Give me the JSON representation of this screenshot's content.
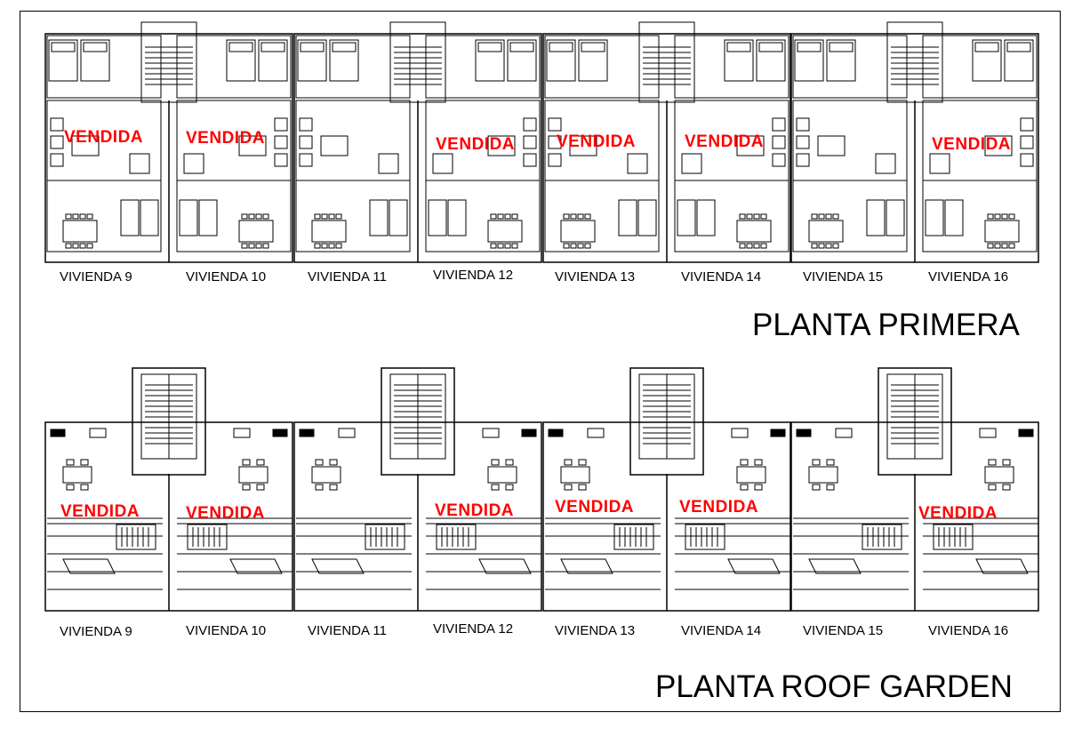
{
  "plans": [
    {
      "title": "PLANTA PRIMERA",
      "units": [
        {
          "label": "VIVIENDA 9",
          "status": "VENDIDA"
        },
        {
          "label": "VIVIENDA 10",
          "status": "VENDIDA"
        },
        {
          "label": "VIVIENDA 11",
          "status": ""
        },
        {
          "label": "VIVIENDA 12",
          "status": "VENDIDA"
        },
        {
          "label": "VIVIENDA 13",
          "status": "VENDIDA"
        },
        {
          "label": "VIVIENDA 14",
          "status": "VENDIDA"
        },
        {
          "label": "VIVIENDA 15",
          "status": ""
        },
        {
          "label": "VIVIENDA 16",
          "status": "VENDIDA"
        }
      ]
    },
    {
      "title": "PLANTA ROOF GARDEN",
      "units": [
        {
          "label": "VIVIENDA 9",
          "status": "VENDIDA"
        },
        {
          "label": "VIVIENDA 10",
          "status": "VENDIDA"
        },
        {
          "label": "VIVIENDA 11",
          "status": ""
        },
        {
          "label": "VIVIENDA 12",
          "status": "VENDIDA"
        },
        {
          "label": "VIVIENDA 13",
          "status": "VENDIDA"
        },
        {
          "label": "VIVIENDA 14",
          "status": "VENDIDA"
        },
        {
          "label": "VIVIENDA 15",
          "status": ""
        },
        {
          "label": "VIVIENDA 16",
          "status": "VENDIDA"
        }
      ]
    }
  ],
  "colors": {
    "line": "#000000",
    "sold": "#ff0000",
    "background": "#ffffff"
  }
}
